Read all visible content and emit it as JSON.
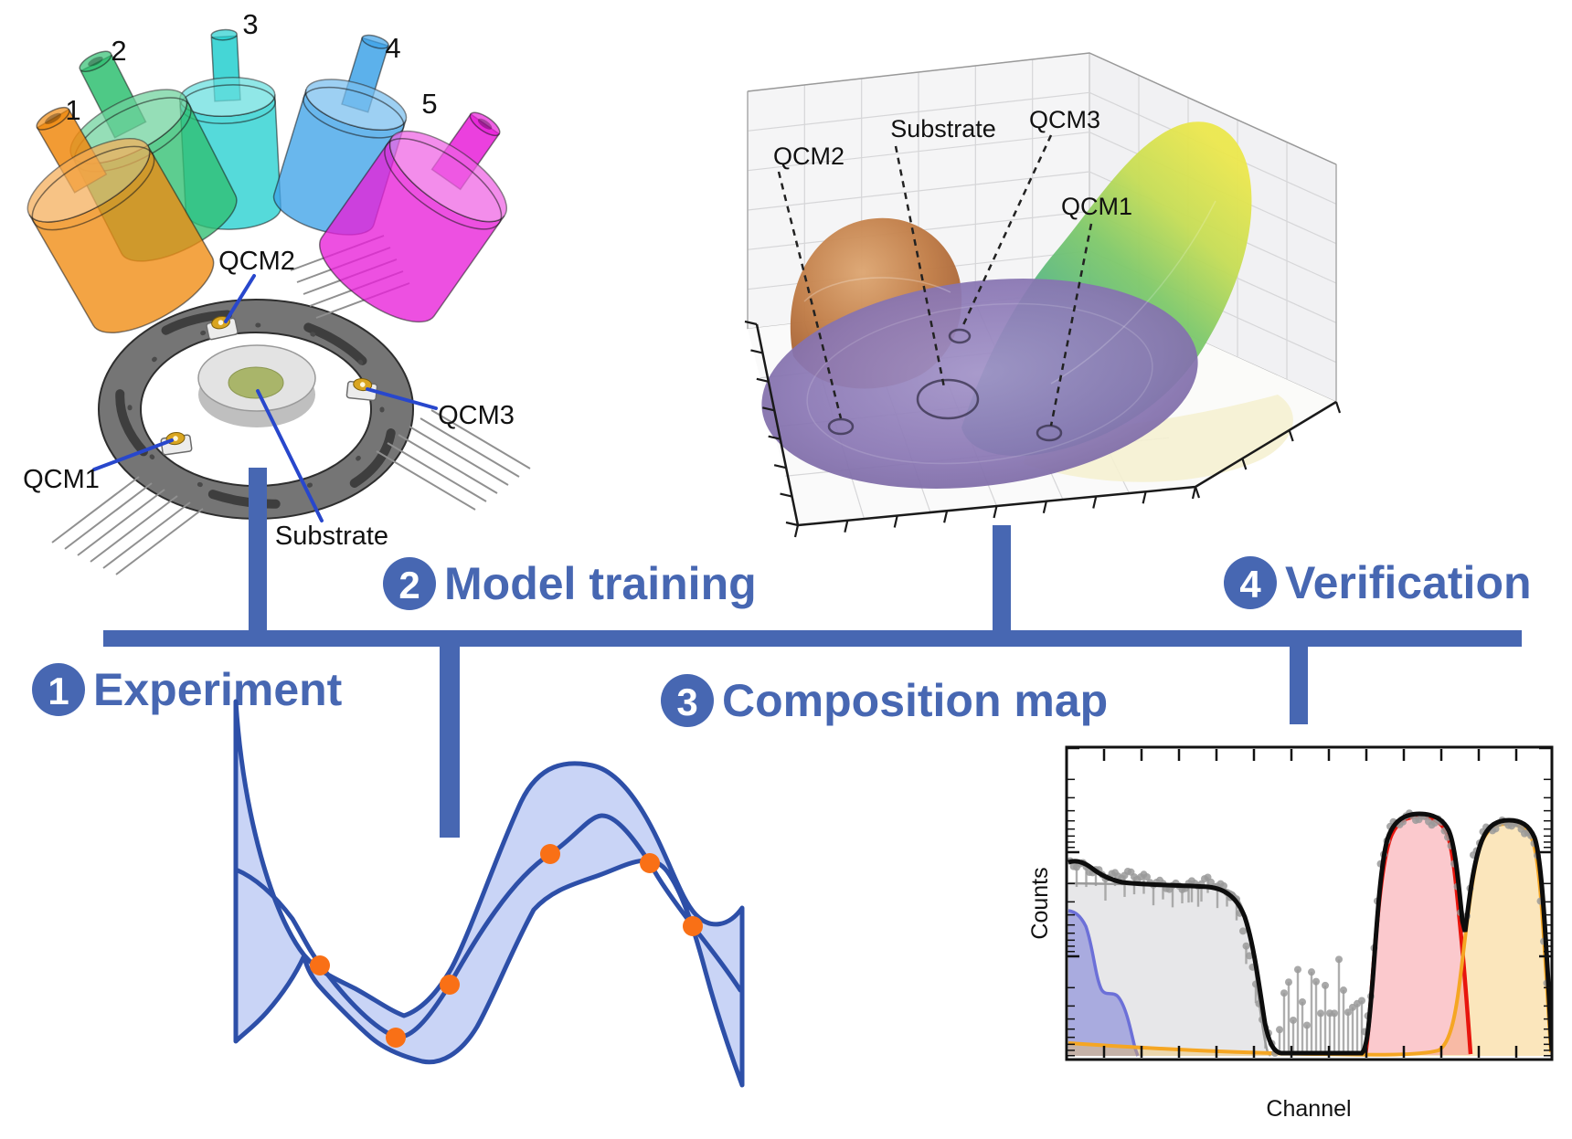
{
  "experiment": {
    "source_labels": [
      "1",
      "2",
      "3",
      "4",
      "5"
    ],
    "source_colors": [
      "#f08a10",
      "#2fbf71",
      "#25cfcf",
      "#3fa3e8",
      "#e81fd8"
    ],
    "labels": {
      "qcm1": "QCM1",
      "qcm2": "QCM2",
      "qcm3": "QCM3",
      "substrate": "Substrate"
    }
  },
  "surface": {
    "labels": {
      "qcm2": "QCM2",
      "substrate": "Substrate",
      "qcm3": "QCM3",
      "qcm1": "QCM1"
    }
  },
  "flowchart": {
    "accent": "#4767b2",
    "steps": [
      {
        "num": "1",
        "label": "Experiment"
      },
      {
        "num": "2",
        "label": "Model training"
      },
      {
        "num": "3",
        "label": "Composition map"
      },
      {
        "num": "4",
        "label": "Verification"
      }
    ]
  },
  "gp": {
    "band_fill": "#c9d4f6",
    "line_color": "#2d4fa8",
    "point_color": "#f97016",
    "num_points": 6
  },
  "spectrum": {
    "ylabel": "Counts",
    "xlabel": "Channel",
    "colors": {
      "data_points": "#9a9a9a",
      "total_fit": "#111111",
      "substrate_component": "#9b9b9b",
      "blue_component": "#6c70d8",
      "red_component": "#e8150d",
      "orange_component": "#f5a623"
    }
  }
}
